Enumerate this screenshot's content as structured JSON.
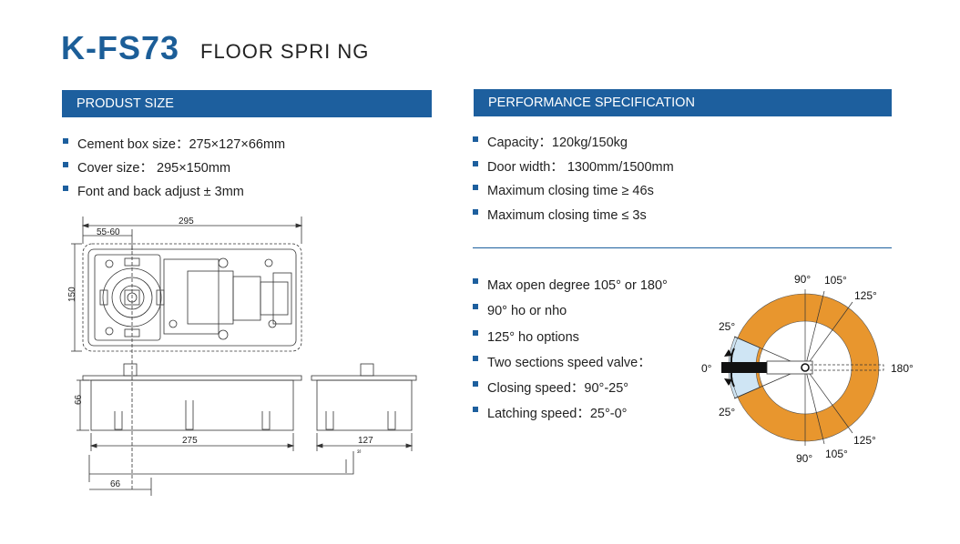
{
  "header": {
    "model": "K-FS73",
    "product_name": "FLOOR SPRI NG"
  },
  "product_size": {
    "heading": "PRODUST SIZE",
    "items": [
      "Cement box size：275×127×66mm",
      "Cover size： 295×150mm",
      "Font and back adjust ± 3mm"
    ]
  },
  "performance": {
    "heading": "PERFORMANCE SPECIFICATION",
    "items": [
      "Capacity：120kg/150kg",
      "Door width： 1300mm/1500mm",
      "Maximum closing time ≥ 46s",
      "Maximum closing time ≤ 3s"
    ],
    "features": [
      "Max open degree 105° or 180°",
      "90° ho or nho",
      "125° ho options",
      "Two sections speed valve：",
      "Closing speed：90°-25°",
      "Latching speed：25°-0°"
    ]
  },
  "drawing": {
    "dim_295": "295",
    "dim_55_60": "55-60",
    "dim_150": "150",
    "dim_66_side": "66",
    "dim_275": "275",
    "dim_127": "127",
    "dim_66_bottom": "66",
    "dim_partial": "³⁾"
  },
  "angle_diagram": {
    "labels": {
      "top_90": "90°",
      "top_105": "105°",
      "top_125": "125°",
      "upper_25": "25°",
      "left_0": "0°",
      "right_180": "180°",
      "lower_25": "25°",
      "bottom_125": "125°",
      "bottom_90": "90°",
      "bottom_105": "105°"
    },
    "colors": {
      "closing_zone": "#e8962e",
      "latching_zone": "#cfe5f4",
      "accent": "#1d5f9e"
    }
  }
}
